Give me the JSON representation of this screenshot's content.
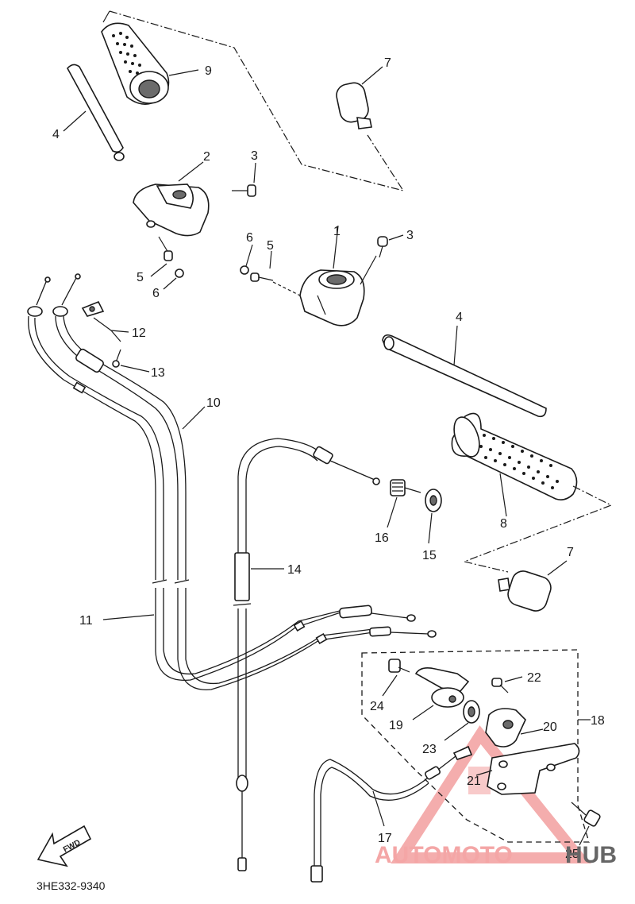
{
  "diagram": {
    "drawing_code": "3HE332-9340",
    "fwd_label": "FWD",
    "callouts": {
      "c1": "1",
      "c2": "2",
      "c3a": "3",
      "c3b": "3",
      "c4a": "4",
      "c4b": "4",
      "c5a": "5",
      "c5b": "5",
      "c6a": "6",
      "c6b": "6",
      "c7a": "7",
      "c7b": "7",
      "c8": "8",
      "c9": "9",
      "c10": "10",
      "c11": "11",
      "c12": "12",
      "c13": "13",
      "c14": "14",
      "c15": "15",
      "c16": "16",
      "c17": "17",
      "c18": "18",
      "c19": "19",
      "c20": "20",
      "c21": "21",
      "c22": "22",
      "c23": "23",
      "c24": "24",
      "c25": "25"
    }
  },
  "watermark": {
    "brand_a": "AUTOMOTO",
    "brand_b": "HUB",
    "color_a": "#f4a6a6",
    "color_b": "#666666"
  }
}
